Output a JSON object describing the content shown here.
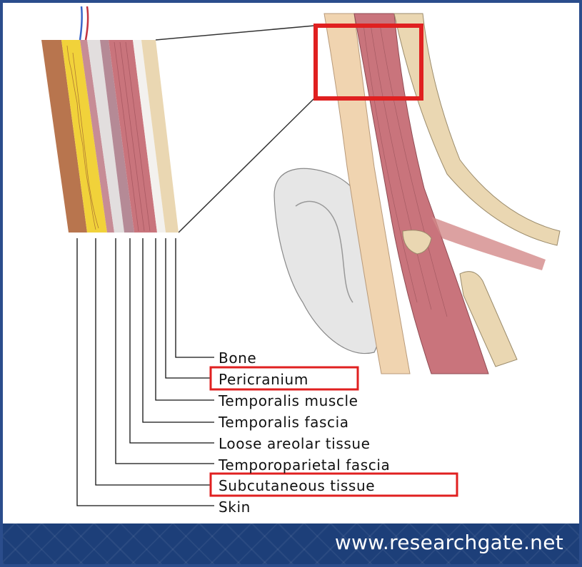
{
  "figure": {
    "layers": [
      {
        "label": "Bone",
        "highlighted": false
      },
      {
        "label": "Pericranium",
        "highlighted": true
      },
      {
        "label": "Temporalis muscle",
        "highlighted": false
      },
      {
        "label": "Temporalis fascia",
        "highlighted": false
      },
      {
        "label": "Loose areolar tissue",
        "highlighted": false
      },
      {
        "label": "Temporoparietal fascia",
        "highlighted": false
      },
      {
        "label": "Subcutaneous tissue",
        "highlighted": true
      },
      {
        "label": "Skin",
        "highlighted": false
      }
    ],
    "colors": {
      "highlight": "#e02020",
      "skin": "#b8754e",
      "fat": "#f1d23a",
      "muscle": "#c9747c",
      "bone": "#ead7b2",
      "frame": "#2b4d8c"
    }
  },
  "footer": {
    "site": "www.researchgate.net"
  }
}
